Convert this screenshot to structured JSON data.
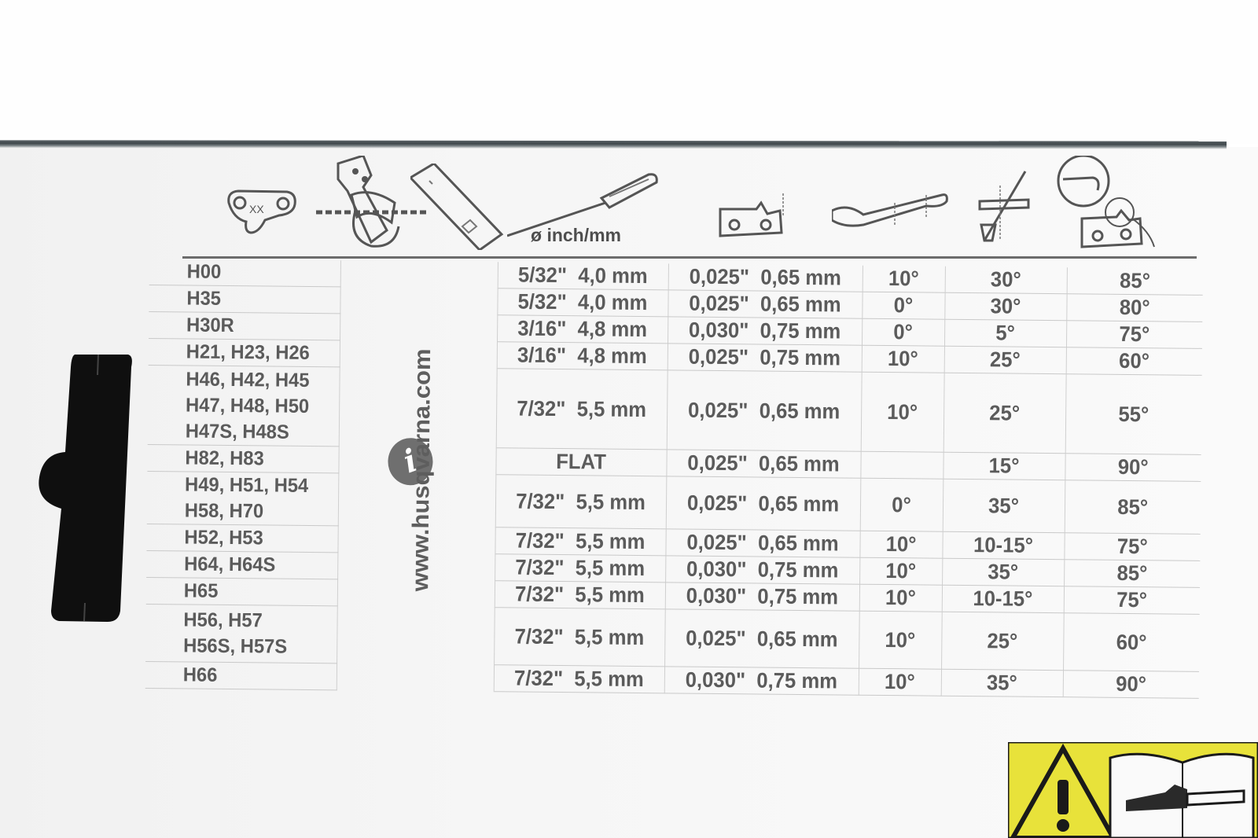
{
  "header": {
    "file_size_label": "ø inch/mm",
    "icons": [
      "depth-gauge-tool-icon",
      "file-holder-icon",
      "flat-file-icon",
      "round-file-icon",
      "cutter-depth-icon",
      "filing-angle-icon",
      "file-holder-angle-icon",
      "cutter-angle-icon"
    ],
    "gauge_mark": "XX"
  },
  "info": {
    "url": "www.husqvarna.com",
    "icon_glyph": "i"
  },
  "rows": [
    {
      "models": [
        "H00"
      ],
      "file_inch": "5/32\"",
      "file_mm": "4,0 mm",
      "depth_inch": "0,025\"",
      "depth_mm": "0,65 mm",
      "a1": "10°",
      "a2": "30°",
      "a3": "85°"
    },
    {
      "models": [
        "H35"
      ],
      "file_inch": "5/32\"",
      "file_mm": "4,0 mm",
      "depth_inch": "0,025\"",
      "depth_mm": "0,65 mm",
      "a1": "0°",
      "a2": "30°",
      "a3": "80°"
    },
    {
      "models": [
        "H30R"
      ],
      "file_inch": "3/16\"",
      "file_mm": "4,8 mm",
      "depth_inch": "0,030\"",
      "depth_mm": "0,75 mm",
      "a1": "0°",
      "a2": "5°",
      "a3": "75°"
    },
    {
      "models": [
        "H21, H23, H26"
      ],
      "file_inch": "3/16\"",
      "file_mm": "4,8 mm",
      "depth_inch": "0,025\"",
      "depth_mm": "0,75 mm",
      "a1": "10°",
      "a2": "25°",
      "a3": "60°"
    },
    {
      "models": [
        "H46, H42, H45",
        "H47, H48, H50",
        "H47S, H48S"
      ],
      "file_inch": "7/32\"",
      "file_mm": "5,5 mm",
      "depth_inch": "0,025\"",
      "depth_mm": "0,65 mm",
      "a1": "10°",
      "a2": "25°",
      "a3": "55°"
    },
    {
      "models": [
        "H82, H83"
      ],
      "file_flat": "FLAT",
      "depth_inch": "0,025\"",
      "depth_mm": "0,65 mm",
      "a1": "",
      "a2": "15°",
      "a3": "90°"
    },
    {
      "models": [
        "H49, H51, H54",
        "H58, H70"
      ],
      "file_inch": "7/32\"",
      "file_mm": "5,5 mm",
      "depth_inch": "0,025\"",
      "depth_mm": "0,65 mm",
      "a1": "0°",
      "a2": "35°",
      "a3": "85°"
    },
    {
      "models": [
        "H52, H53"
      ],
      "file_inch": "7/32\"",
      "file_mm": "5,5 mm",
      "depth_inch": "0,025\"",
      "depth_mm": "0,65 mm",
      "a1": "10°",
      "a2": "10-15°",
      "a3": "75°"
    },
    {
      "models": [
        "H64, H64S"
      ],
      "file_inch": "7/32\"",
      "file_mm": "5,5 mm",
      "depth_inch": "0,030\"",
      "depth_mm": "0,75 mm",
      "a1": "10°",
      "a2": "35°",
      "a3": "85°"
    },
    {
      "models": [
        "H65"
      ],
      "file_inch": "7/32\"",
      "file_mm": "5,5 mm",
      "depth_inch": "0,030\"",
      "depth_mm": "0,75 mm",
      "a1": "10°",
      "a2": "10-15°",
      "a3": "75°"
    },
    {
      "models": [
        "H56, H57",
        "H56S, H57S"
      ],
      "file_inch": "7/32\"",
      "file_mm": "5,5 mm",
      "depth_inch": "0,025\"",
      "depth_mm": "0,65 mm",
      "a1": "10°",
      "a2": "25°",
      "a3": "60°"
    },
    {
      "models": [
        "H66"
      ],
      "file_inch": "7/32\"",
      "file_mm": "5,5 mm",
      "depth_inch": "0,030\"",
      "depth_mm": "0,75 mm",
      "a1": "10°",
      "a2": "35°",
      "a3": "90°"
    }
  ],
  "warning": {
    "icons": [
      "warning-triangle-icon",
      "manual-chainsaw-icon"
    ],
    "colors": {
      "yellow": "#e8e23a",
      "black": "#1a1a1a"
    }
  }
}
